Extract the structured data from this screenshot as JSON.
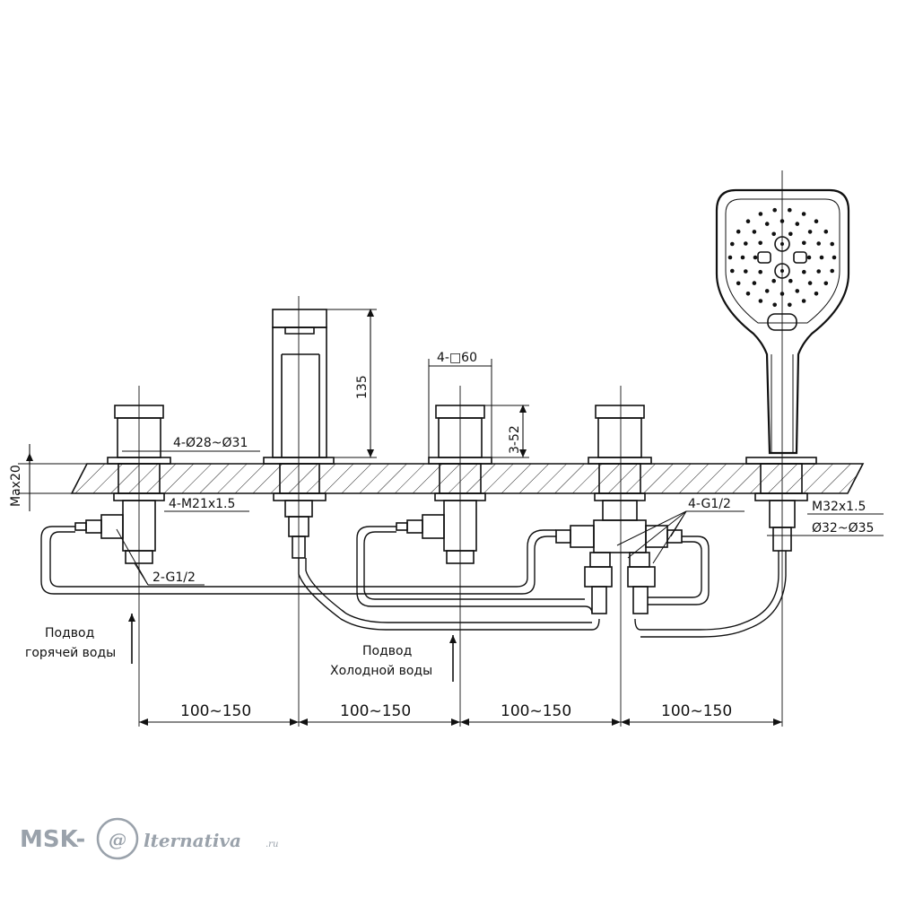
{
  "labels": {
    "width_dim": "4-Ø28~Ø31",
    "thread_dim": "4-M21x1.5",
    "square_dim": "4-□60",
    "height_135": "135",
    "height_352": "3-52",
    "max_dim": "Max20",
    "g_half_right": "4-G1/2",
    "g_half_left": "2-G1/2",
    "thread_m32": "M32x1.5",
    "dia_32_35": "Ø32~Ø35"
  },
  "supply": {
    "hot_line1": "Подвод",
    "hot_line2": "горячей воды",
    "cold_line1": "Подвод",
    "cold_line2": "Холодной воды"
  },
  "spacing": [
    "100~150",
    "100~150",
    "100~150",
    "100~150"
  ],
  "watermark": {
    "part1": "MSK-",
    "part2": "@",
    "part3": "lternativa",
    "part4": ".ru"
  }
}
